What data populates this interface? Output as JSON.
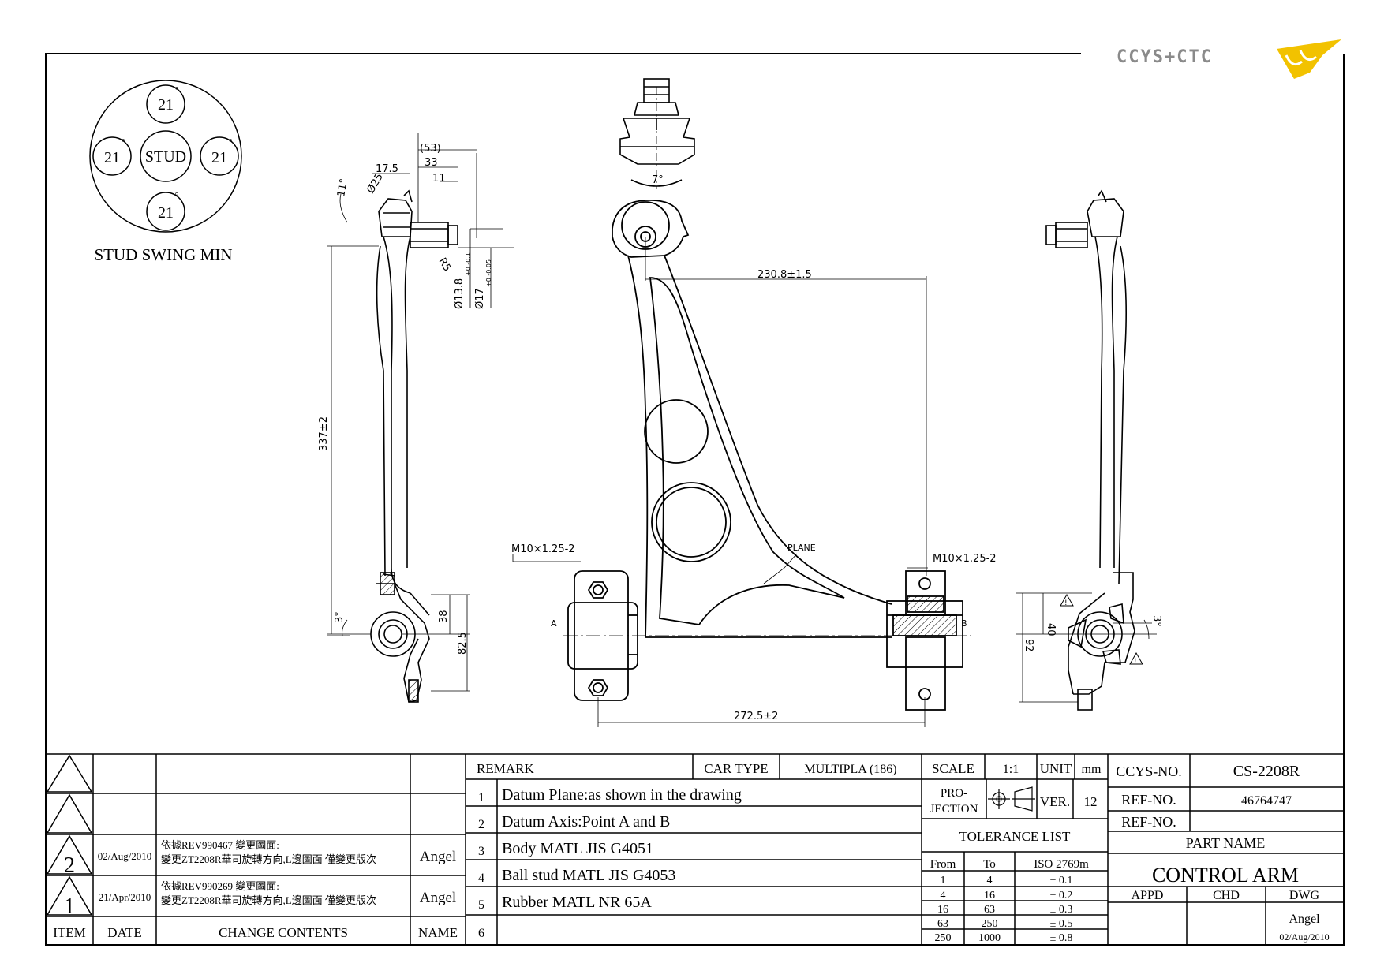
{
  "logo": {
    "text": "CCYS+CTC"
  },
  "stud_swing": {
    "top": "21",
    "left": "21",
    "right": "21",
    "bottom": "21",
    "center": "STUD",
    "degree": "°",
    "caption": "STUD SWING MIN"
  },
  "dims": {
    "d53": "(53)",
    "d33": "33",
    "d17_5": "17.5",
    "d11": "11",
    "ang11": "11°",
    "r25": "Ø25",
    "r5": "R5",
    "dia13_8": "Ø13.8",
    "dia13_8_tol": "+0 -0.1",
    "dia17": "Ø17",
    "dia17_tol": "+0 -0.05",
    "d337": "337±2",
    "ang3_left": "3°",
    "d38": "38",
    "d82_5": "82.5",
    "ang7": "7°",
    "d230_8": "230.8±1.5",
    "d272_5": "272.5±2",
    "m10_left": "M10×1.25-2",
    "m10_right": "M10×1.25-2",
    "plane": "PLANE",
    "point_a": "A",
    "point_b": "B",
    "d40": "40",
    "d92": "92",
    "ang3_right": "3°",
    "warn1": "!",
    "warn2": "!"
  },
  "revisions": {
    "rows": [
      {
        "item": "",
        "date": "",
        "contents": "",
        "name": ""
      },
      {
        "item": "",
        "date": "",
        "contents": "",
        "name": ""
      },
      {
        "item": "2",
        "date": "02/Aug/2010",
        "contents_l1": "依據REV990467 變更圖面:",
        "contents_l2": "變更ZT2208R華司旋轉方向,L邊圖面 僅變更版次",
        "name": "Angel"
      },
      {
        "item": "1",
        "date": "21/Apr/2010",
        "contents_l1": "依據REV990269 變更圖面:",
        "contents_l2": "變更ZT2208R華司旋轉方向,L邊圖面 僅變更版次",
        "name": "Angel"
      }
    ],
    "header": {
      "item": "ITEM",
      "date": "DATE",
      "contents": "CHANGE CONTENTS",
      "name": "NAME"
    }
  },
  "remarks": {
    "label": "REMARK",
    "car_type_label": "CAR TYPE",
    "car_type": "MULTIPLA (186)",
    "items": [
      {
        "n": "1",
        "text": "Datum Plane:as shown in the drawing"
      },
      {
        "n": "2",
        "text": "Datum Axis:Point A and B"
      },
      {
        "n": "3",
        "text": "Body MATL JIS G4051"
      },
      {
        "n": "4",
        "text": "Ball stud MATL JIS G4053"
      },
      {
        "n": "5",
        "text": "Rubber MATL NR 65A"
      },
      {
        "n": "6",
        "text": ""
      }
    ]
  },
  "specs": {
    "scale_label": "SCALE",
    "scale": "1:1",
    "unit_label": "UNIT",
    "unit": "mm",
    "projection_l1": "PRO-",
    "projection_l2": "JECTION",
    "ver_label": "VER.",
    "ver": "12",
    "tolerance_title": "TOLERANCE LIST",
    "tol_header": {
      "from": "From",
      "to": "To",
      "iso": "ISO 2769m"
    },
    "tol_rows": [
      {
        "from": "1",
        "to": "4",
        "tol": "± 0.1"
      },
      {
        "from": "4",
        "to": "16",
        "tol": "± 0.2"
      },
      {
        "from": "16",
        "to": "63",
        "tol": "± 0.3"
      },
      {
        "from": "63",
        "to": "250",
        "tol": "± 0.5"
      },
      {
        "from": "250",
        "to": "1000",
        "tol": "± 0.8"
      }
    ]
  },
  "titleblock": {
    "ccys_no_label": "CCYS-NO.",
    "ccys_no": "CS-2208R",
    "ref_no_label": "REF-NO.",
    "ref_no": "46764747",
    "ref_no2_label": "REF-NO.",
    "ref_no2": "",
    "part_name_label": "PART NAME",
    "part_name": "CONTROL ARM",
    "appd": "APPD",
    "chd": "CHD",
    "dwg": "DWG",
    "drawn_by": "Angel",
    "drawn_date": "02/Aug/2010"
  },
  "colors": {
    "logo_gray": "#8a8a8a",
    "logo_yellow": "#f2c200",
    "ink": "#000000"
  }
}
